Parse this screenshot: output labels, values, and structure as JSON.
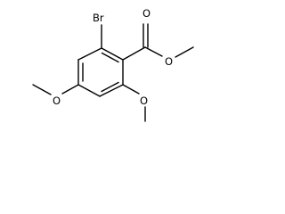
{
  "molecule": {
    "atoms": {
      "bromine": "Br",
      "carbonyl_oxygen": "O",
      "ester_oxygen": "O",
      "para_methoxy_oxygen": "O",
      "ortho_methoxy_oxygen": "O"
    }
  }
}
